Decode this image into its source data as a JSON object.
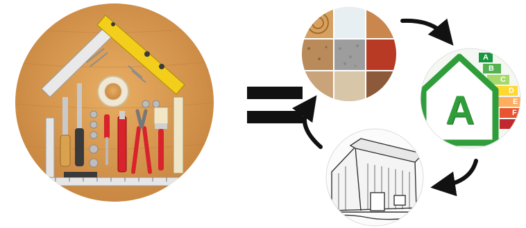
{
  "scene": {
    "description_free": true,
    "energy_label": {
      "grade": "A",
      "scale": [
        "A",
        "B",
        "C",
        "D",
        "E",
        "F"
      ],
      "scale_colors": [
        "#1a9641",
        "#52b151",
        "#a6d96a",
        "#ffd92f",
        "#fdae61",
        "#e8542f"
      ]
    },
    "colors": {
      "wood": "#d89a52",
      "toolbox_yellow": "#f3cf1b",
      "handle_red": "#d8222c",
      "label_green": "#2f9e3a",
      "arrow_black": "#111111"
    }
  }
}
